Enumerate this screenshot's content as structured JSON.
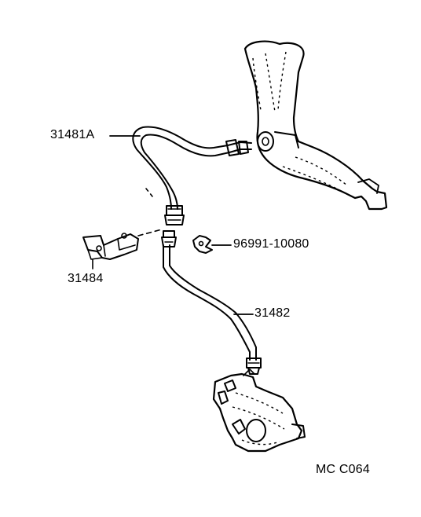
{
  "labels": {
    "hose_31481a": "31481A",
    "bracket_31484": "31484",
    "clip_96991": "96991-10080",
    "tube_31482": "31482",
    "code": "MC C064"
  },
  "colors": {
    "ink": "#000000",
    "background": "#ffffff"
  }
}
